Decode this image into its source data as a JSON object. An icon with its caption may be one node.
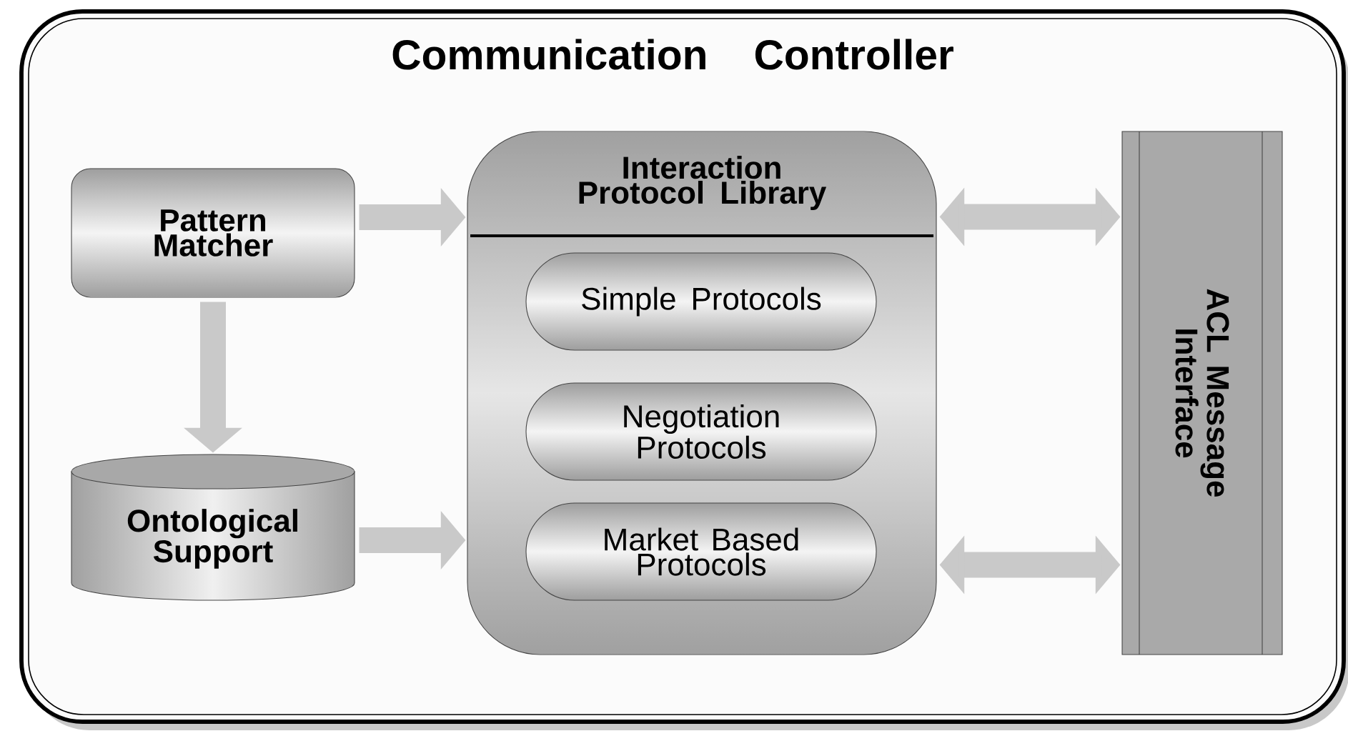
{
  "diagram": {
    "nodes": [
      {
        "text": [
          "Communication Controller"
        ]
      },
      {
        "text": [
          "Pattern Matcher"
        ],
        "in": 0
      },
      {
        "text": [
          "Ontological Support"
        ],
        "in": 0
      },
      {
        "text": [
          "Interaction Protocol Library"
        ],
        "in": 0
      },
      {
        "text": [
          "Simple Protocols"
        ],
        "in": 3
      },
      {
        "text": [
          "Negotiation Protocols"
        ],
        "in": 3
      },
      {
        "text": [
          "Market Based Protocols"
        ],
        "in": 3
      },
      {
        "text": [
          "ACL Message Interface"
        ],
        "in": 0
      }
    ],
    "edges": [
      {
        "from": 1,
        "to": 3,
        "arrow": "to"
      },
      {
        "from": 1,
        "to": 2,
        "arrow": "to"
      },
      {
        "from": 2,
        "to": 3,
        "arrow": "to"
      },
      {
        "from": 3,
        "to": 7,
        "arrow": "both"
      },
      {
        "from": 3,
        "to": 7,
        "arrow": "both"
      }
    ]
  }
}
